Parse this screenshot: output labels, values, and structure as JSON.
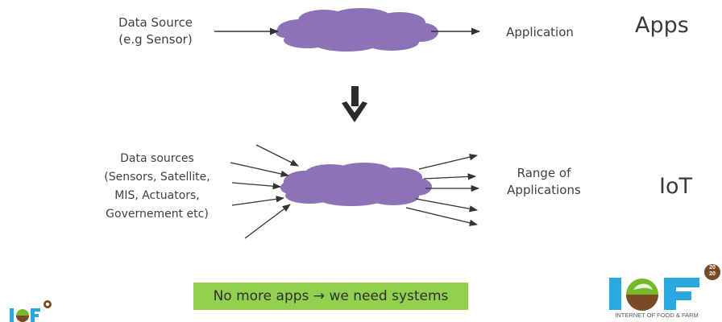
{
  "top": {
    "source_line1": "Data Source",
    "source_line2": "(e.g Sensor)",
    "target": "Application",
    "tag": "Apps"
  },
  "bottom": {
    "sources": [
      "Data sources",
      "(Sensors, Satellite,",
      "MIS, Actuators,",
      "Governement etc)"
    ],
    "target_line1": "Range of",
    "target_line2": "Applications",
    "tag": "IoT"
  },
  "banner": "No more apps → we need systems",
  "logo": {
    "letters": "I F",
    "year_top": "20",
    "year_bottom": "20",
    "tagline": "INTERNET OF FOOD & FARM"
  },
  "colors": {
    "cloud": "#8b73b5",
    "banner": "#92d050",
    "logo_blue": "#29a9df",
    "logo_green": "#76b82a",
    "logo_brown": "#7a4a26"
  }
}
